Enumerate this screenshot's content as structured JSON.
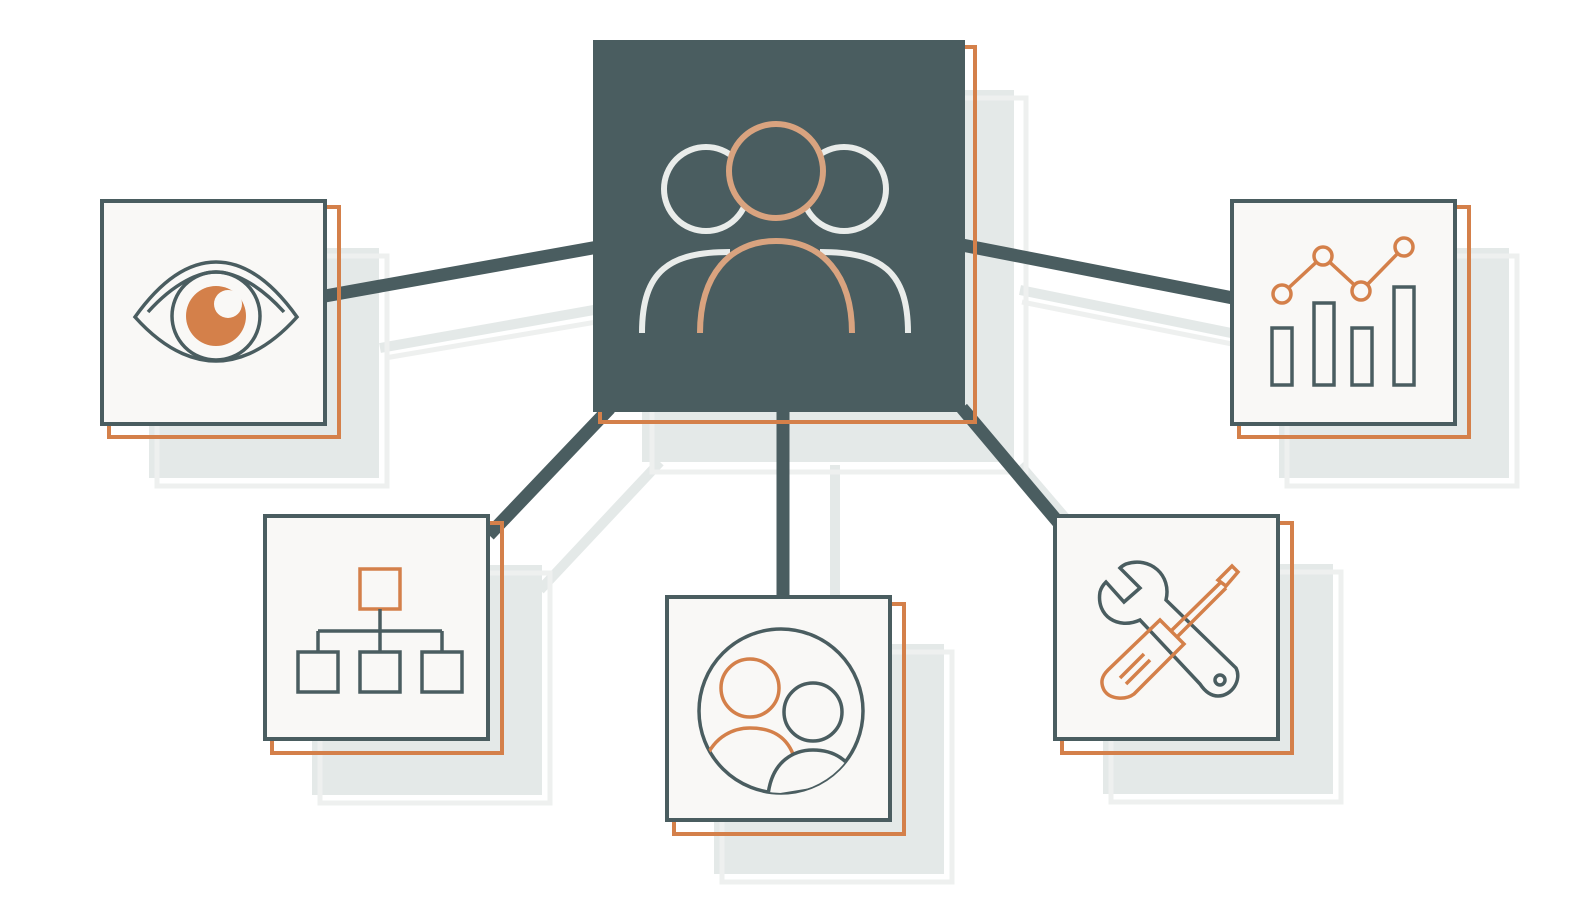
{
  "colors": {
    "dark": "#4a5d60",
    "accent": "#d4804a",
    "accent_soft": "#d9a37f",
    "card_fill": "#f9f8f6",
    "shadow": "#e4e9e8",
    "light_stroke": "#eef0ef",
    "background": "#ffffff"
  },
  "center_node": {
    "icon": "team-icon"
  },
  "nodes": [
    {
      "id": "visibility",
      "icon": "eye-icon"
    },
    {
      "id": "analytics",
      "icon": "line-bar-chart-icon"
    },
    {
      "id": "structure",
      "icon": "org-chart-icon"
    },
    {
      "id": "people",
      "icon": "user-group-circle-icon"
    },
    {
      "id": "tools",
      "icon": "wrench-screwdriver-icon"
    }
  ]
}
